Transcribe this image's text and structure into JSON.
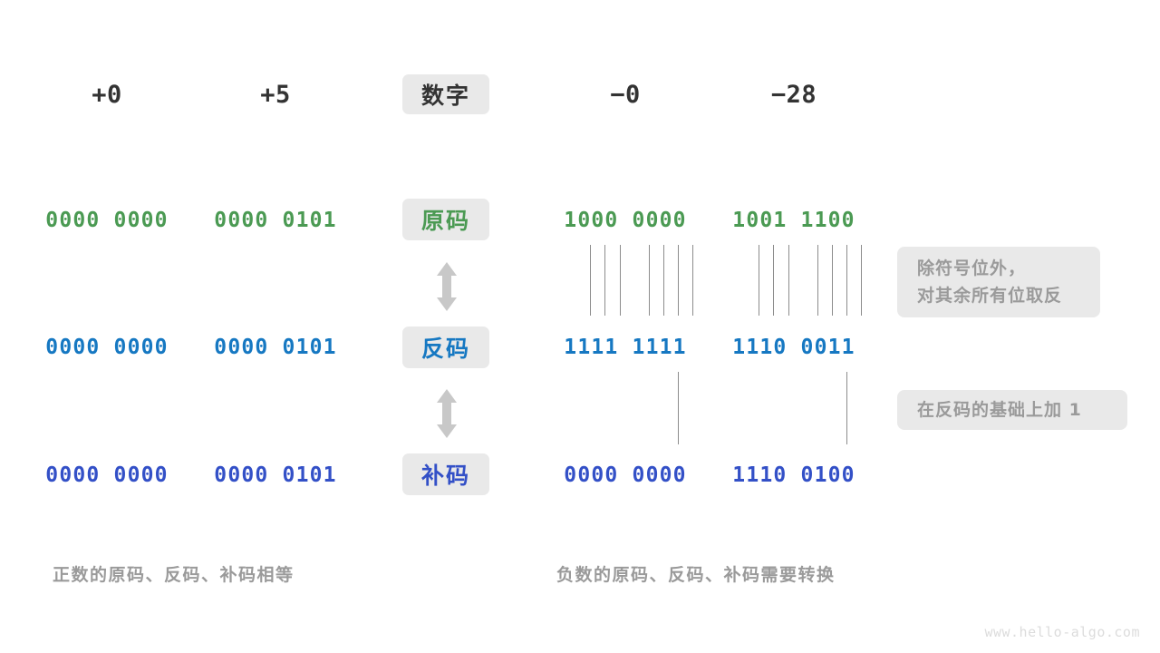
{
  "colors": {
    "sign_magnitude": "#4b9a53",
    "ones_complement": "#1678c2",
    "twos_complement": "#3350c7",
    "badge_bg": "#e9e9e9",
    "muted_text": "#9a9a9a",
    "header_text": "#333333",
    "tick_line": "#8c8c8c",
    "watermark": "#dcdcdc"
  },
  "header": {
    "row_label": "数字",
    "columns": [
      {
        "value": "+0"
      },
      {
        "value": "+5"
      },
      {
        "value": "−0"
      },
      {
        "value": "−28"
      }
    ]
  },
  "rows": [
    {
      "label": "原码",
      "color_key": "sign_magnitude",
      "values": [
        "0000 0000",
        "0000 0101",
        "1000 0000",
        "1001 1100"
      ]
    },
    {
      "label": "反码",
      "color_key": "ones_complement",
      "values": [
        "0000 0000",
        "0000 0101",
        "1111 1111",
        "1110 0011"
      ]
    },
    {
      "label": "补码",
      "color_key": "twos_complement",
      "values": [
        "0000 0000",
        "0000 0101",
        "0000 0000",
        "1110 0100"
      ]
    }
  ],
  "notes": [
    {
      "lines": [
        "除符号位外，",
        "对其余所有位取反"
      ]
    },
    {
      "lines": [
        "在反码的基础上加 1"
      ]
    }
  ],
  "captions": {
    "left": "正数的原码、反码、补码相等",
    "right": "负数的原码、反码、补码需要转换"
  },
  "watermark": "www.hello-algo.com",
  "arrows": {
    "count": 2,
    "icon": "double-headed-vertical-arrow"
  }
}
